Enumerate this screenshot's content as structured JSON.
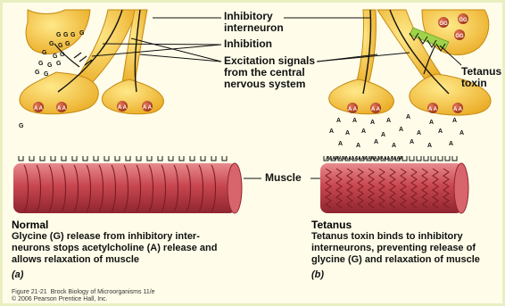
{
  "labels": {
    "inhibitory_interneuron": "Inhibitory\ninterneuron",
    "inhibition": "Inhibition",
    "excitation_signals": "Excitation signals\nfrom the central\nnervous system",
    "tetanus_toxin": "Tetanus\ntoxin",
    "muscle": "Muscle"
  },
  "panels": {
    "normal": {
      "title": "Normal",
      "text": "Glycine (G) release from inhibitory inter-\nneurons stops acetylcholine (A) release and\nallows relaxation of muscle",
      "letter": "(a)"
    },
    "tetanus": {
      "title": "Tetanus",
      "text": "Tetanus toxin binds to inhibitory\ninterneurons, preventing release of\nglycine (G) and relaxation of muscle",
      "letter": "(b)"
    }
  },
  "molecules": {
    "glycine": "G",
    "acetylcholine": "A"
  },
  "credit": "Figure 21-21  Brock Biology of Microorganisms 11/e\n© 2006 Pearson Prentice Hall, Inc.",
  "colors": {
    "neuron": "#f2c230",
    "neuron_outline": "#c58a14",
    "muscle": "#c8474f",
    "toxin": "#9fd34a",
    "background": "#fffde9"
  }
}
